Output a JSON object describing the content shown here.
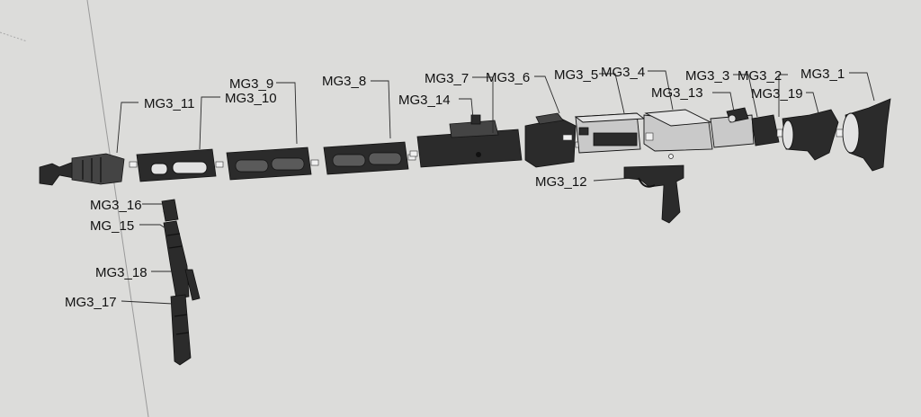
{
  "diagram": {
    "labels": {
      "mg3_1": "MG3_1",
      "mg3_2": "MG3_2",
      "mg3_3": "MG3_3",
      "mg3_4": "MG3_4",
      "mg3_5": "MG3_5",
      "mg3_6": "MG3_6",
      "mg3_7": "MG3_7",
      "mg3_8": "MG3_8",
      "mg3_9": "MG3_9",
      "mg3_10": "MG3_10",
      "mg3_11": "MG3_11",
      "mg3_12": "MG3_12",
      "mg3_13": "MG3_13",
      "mg3_14": "MG3_14",
      "mg_15": "MG_15",
      "mg3_16": "MG3_16",
      "mg3_17": "MG3_17",
      "mg3_18": "MG3_18",
      "mg3_19": "MG3_19"
    },
    "colors": {
      "background": "#dcdcda",
      "part_dark": "#2b2b2b",
      "part_light": "#c9c9c9"
    }
  }
}
